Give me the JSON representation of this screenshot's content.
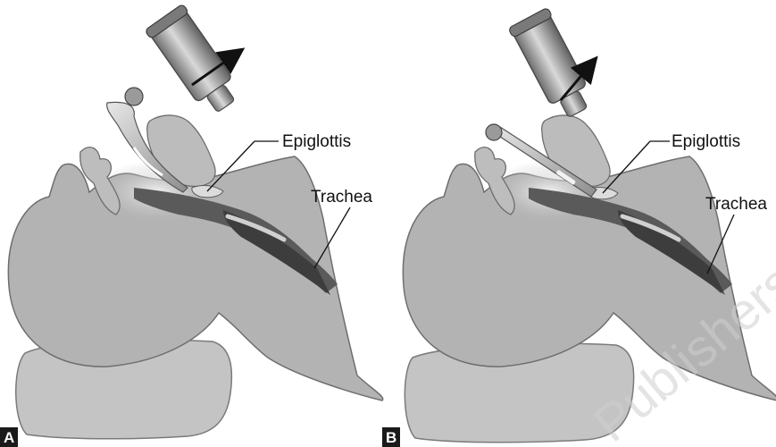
{
  "panels": [
    {
      "letter": "A",
      "labels": {
        "epiglottis": "Epiglottis",
        "trachea": "Trachea"
      }
    },
    {
      "letter": "B",
      "labels": {
        "epiglottis": "Epiglottis",
        "trachea": "Trachea"
      }
    }
  ],
  "watermark": "Publishers",
  "colors": {
    "tissue": "#b3b3b3",
    "tissue_light": "#cdcdcd",
    "airway_dark": "#4a4a4a",
    "instrument": "#8a8a8a",
    "panel_badge": "#1a1a1a"
  }
}
